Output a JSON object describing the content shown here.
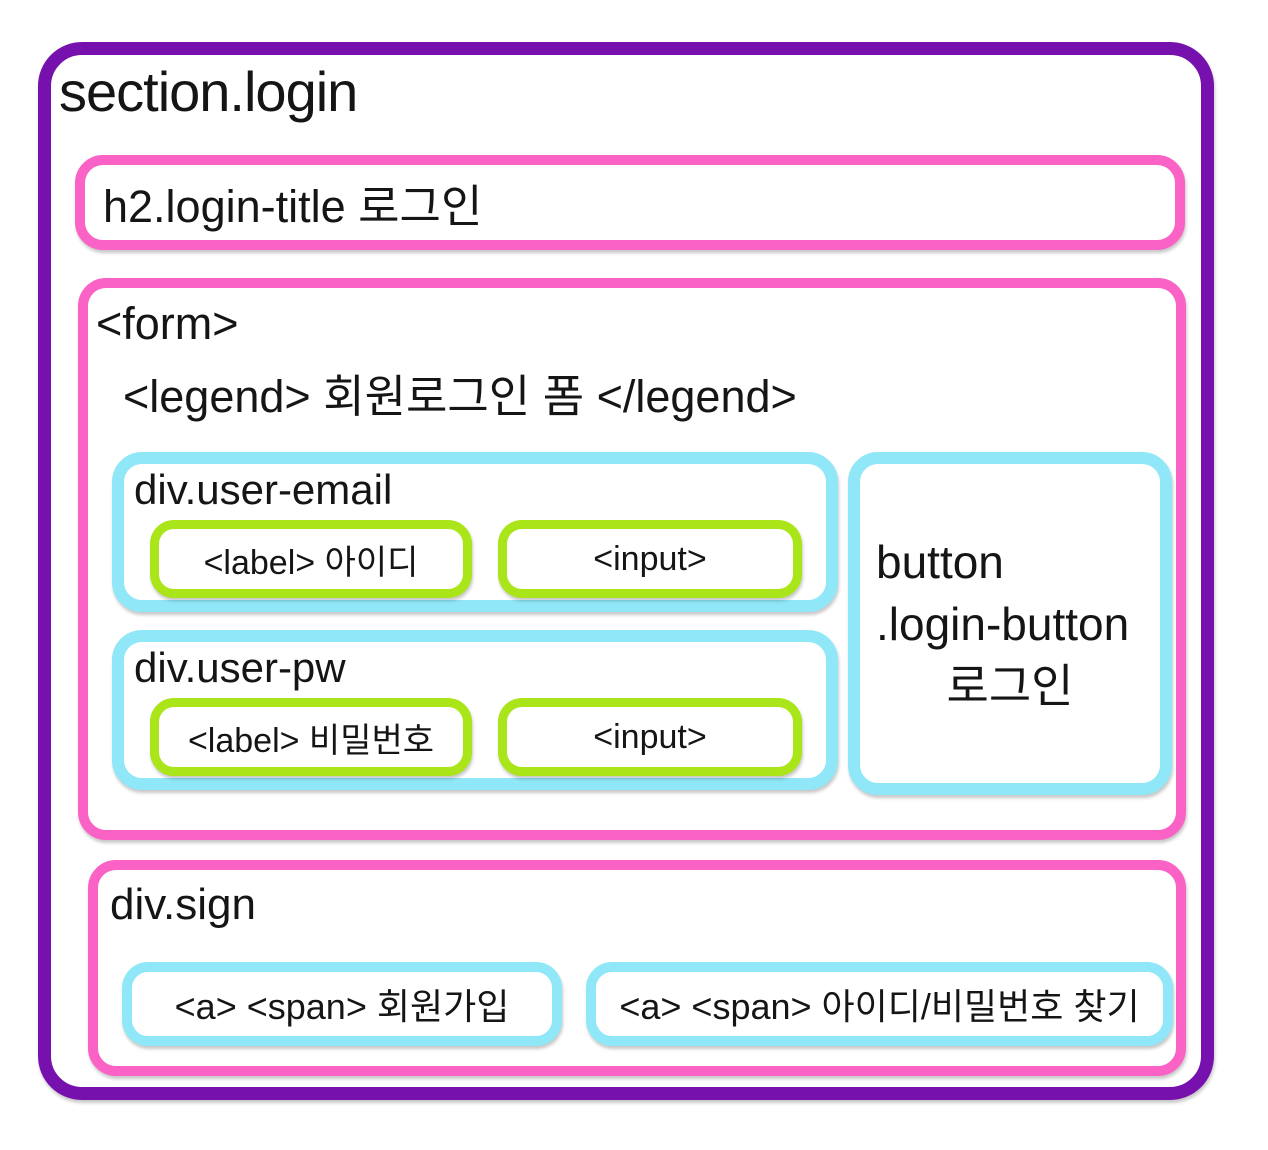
{
  "colors": {
    "section_border": "#7611AE",
    "block_border": "#FA62C6",
    "element_border": "#90E7F7",
    "field_border": "#A9E519",
    "background": "#FFFFFF",
    "text": "#151515"
  },
  "section": {
    "label": "section.login",
    "h2": {
      "label": "h2.login-title 로그인"
    },
    "form": {
      "tag_label": "<form>",
      "legend_label": "<legend> 회원로그인 폼 </legend>",
      "user_email": {
        "label": "div.user-email",
        "field_label": "<label> 아이디",
        "input_label": "<input>"
      },
      "user_pw": {
        "label": "div.user-pw",
        "field_label": "<label> 비밀번호",
        "input_label": "<input>"
      },
      "login_button": {
        "line1": "button",
        "line2": ".login-button",
        "line3": "로그인"
      }
    },
    "sign": {
      "label": "div.sign",
      "signup_label": "<a> <span> 회원가입",
      "find_label": "<a> <span> 아이디/비밀번호 찾기"
    }
  }
}
